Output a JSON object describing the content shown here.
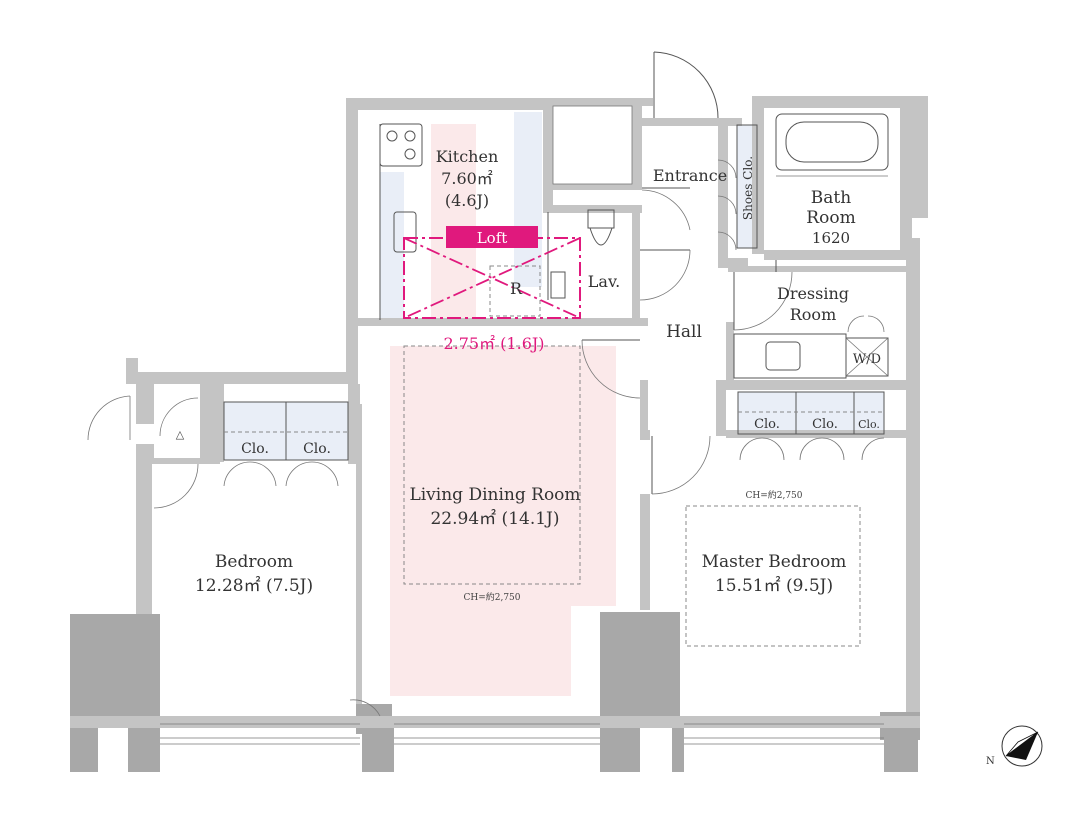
{
  "rooms": {
    "kitchen": {
      "name": "Kitchen",
      "area": "7.60㎡",
      "jo": "(4.6J)"
    },
    "entrance": {
      "name": "Entrance"
    },
    "shoes_closet": {
      "name": "Shoes Clo."
    },
    "bath": {
      "name_line1": "Bath",
      "name_line2": "Room",
      "size": "1620"
    },
    "loft": {
      "name": "Loft",
      "area": "2.75㎡ (1.6J)",
      "mark": "R"
    },
    "lavatory": {
      "name": "Lav."
    },
    "hall": {
      "name": "Hall"
    },
    "dressing": {
      "name_line1": "Dressing",
      "name_line2": "Room",
      "wd": "W/D"
    },
    "living": {
      "name": "Living Dining Room",
      "area": "22.94㎡ (14.1J)",
      "ceiling": "CH=約2,750"
    },
    "bedroom": {
      "name": "Bedroom",
      "area": "12.28㎡ (7.5J)"
    },
    "master": {
      "name": "Master Bedroom",
      "area": "15.51㎡ (9.5J)",
      "ceiling": "CH=約2,750"
    }
  },
  "closets": {
    "bedroom_left": "Clo.",
    "bedroom_right": "Clo.",
    "master_1": "Clo.",
    "master_2": "Clo.",
    "master_3": "Clo."
  },
  "misc": {
    "triangle": "△",
    "north": "N"
  },
  "colors": {
    "wall": "#c4c4c4",
    "pink_area": "#fbe9ea",
    "loft_accent": "#e0197d",
    "closet_fill": "#e9eef7"
  }
}
